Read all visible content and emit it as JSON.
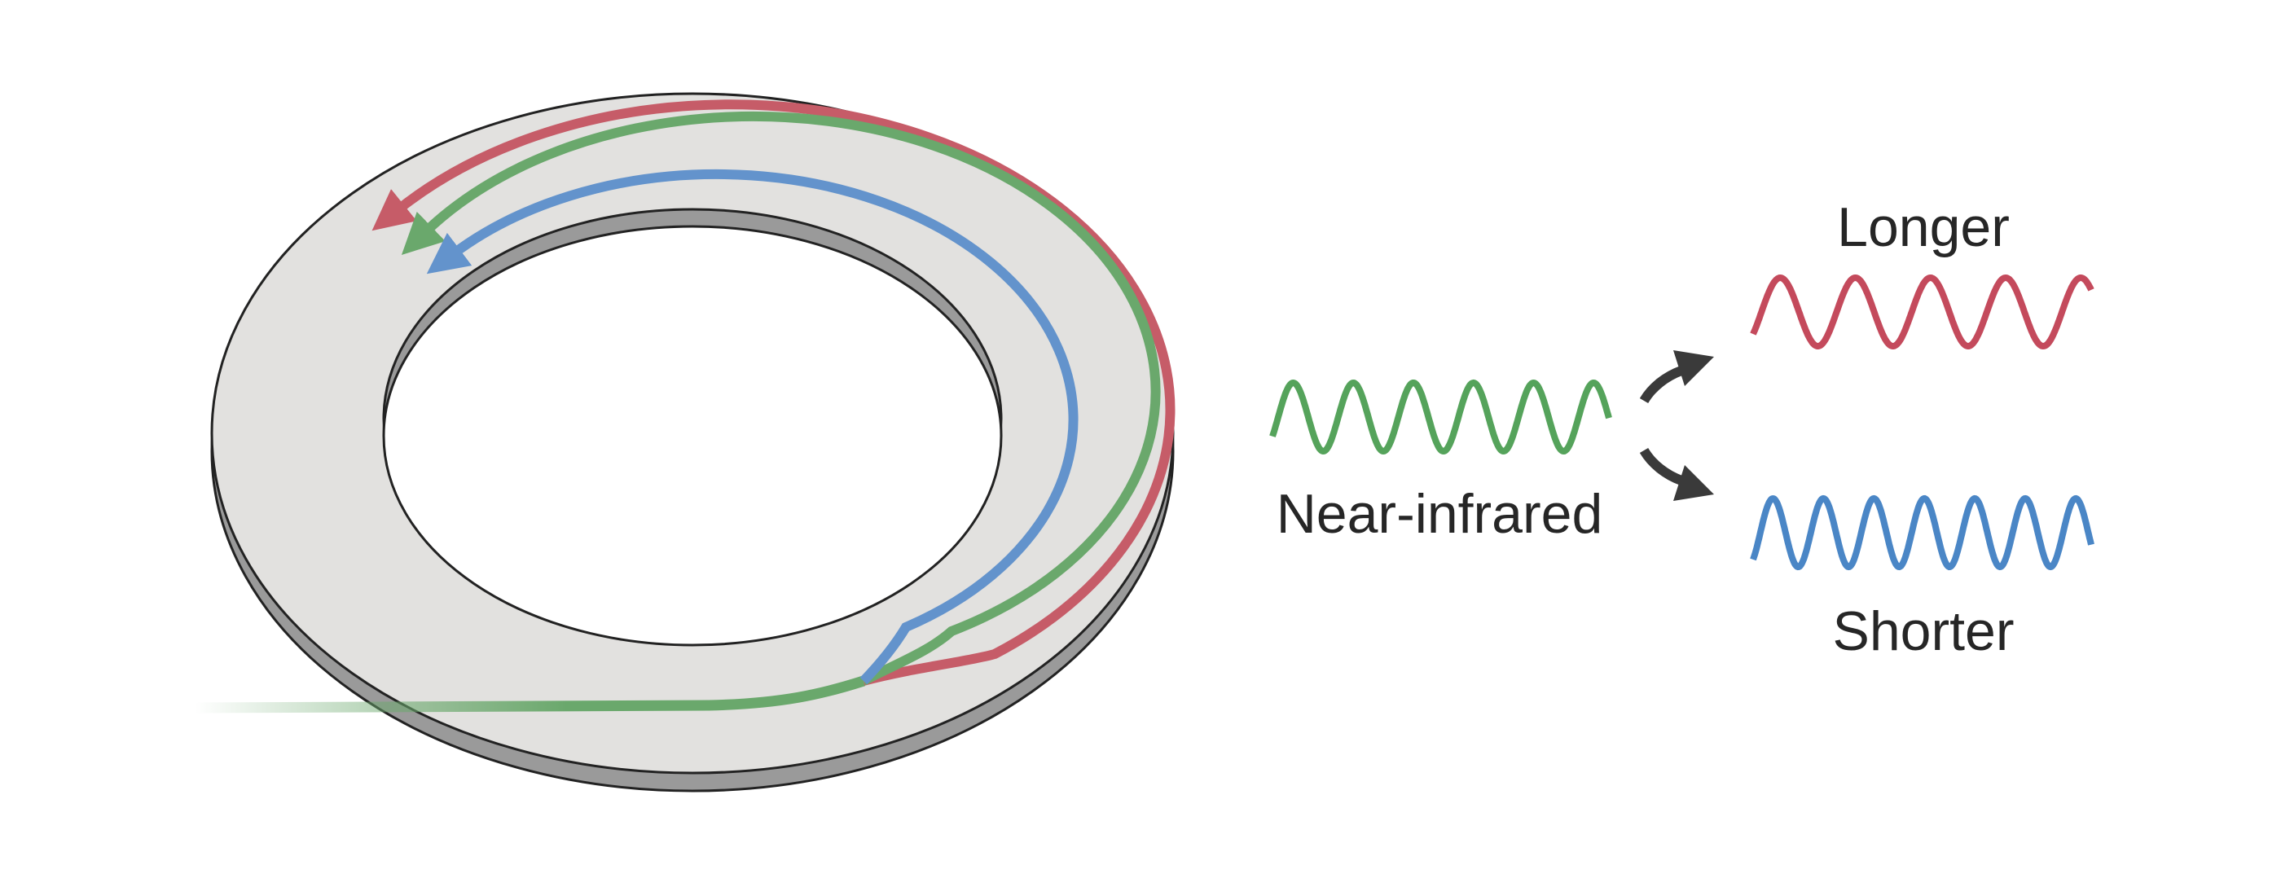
{
  "labels": {
    "input": "Near-infrared",
    "longer": "Longer",
    "shorter": "Shorter"
  },
  "colors": {
    "red": "#c65c68",
    "green": "#6aa86c",
    "blue": "#6393cc",
    "wave_red": "#c44a5c",
    "wave_green": "#55a35b",
    "wave_blue": "#4a86c6",
    "ring": "#e2e1df",
    "ring_side": "#9a9a9a",
    "arrow": "#3a3a3a"
  },
  "waves": {
    "input_periods": 5.6,
    "longer_periods": 4.5,
    "shorter_periods": 6.7
  }
}
